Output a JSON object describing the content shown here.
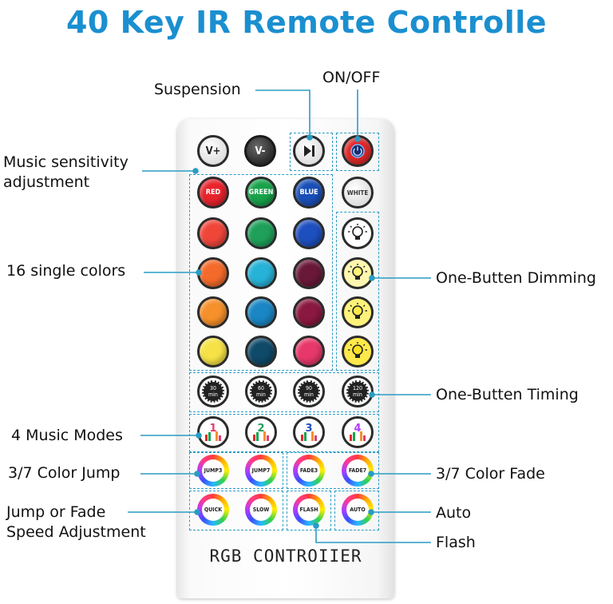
{
  "title": "40 Key IR Remote Controlle",
  "labels": {
    "suspension": "Suspension",
    "on_off": "ON/OFF",
    "music_sensitivity": "Music sensitivity\nadjustment",
    "single_colors": "16 single colors",
    "dimming": "One-Butten Dimming",
    "timing": "One-Butten Timing",
    "music_modes": "4 Music Modes",
    "color_jump": "3/7 Color Jump",
    "color_fade": "3/7 Color Fade",
    "speed_adjust": "Jump or Fade\nSpeed Adjustment",
    "auto": "Auto",
    "flash": "Flash"
  },
  "remote": {
    "brand": "RGB CONTROIIER",
    "row1": {
      "vplus": "V+",
      "vminus": "V-",
      "play_icon": "play-pause-icon",
      "power_icon": "power-icon"
    },
    "color_labels": {
      "red": "RED",
      "green": "GREEN",
      "blue": "BLUE",
      "white": "WHITE"
    },
    "timers": [
      {
        "value": "30",
        "unit": "min"
      },
      {
        "value": "60",
        "unit": "min"
      },
      {
        "value": "90",
        "unit": "min"
      },
      {
        "value": "120",
        "unit": "min"
      }
    ],
    "music_numbers": [
      "1",
      "2",
      "3",
      "4"
    ],
    "jump": {
      "jump3": "JUMP3",
      "jump7": "JUMP7"
    },
    "fade": {
      "fade3": "FADE3",
      "fade7": "FADE7"
    },
    "speed": {
      "quick": "QUICK",
      "slow": "SLOW"
    },
    "flash": "FLASH",
    "auto": "AUTO"
  },
  "colors": {
    "accent": "#1a8fd0",
    "line": "#2a9cc4",
    "red": "#e8242c",
    "green": "#18a24a",
    "blue": "#1a4fb8",
    "c_r2": [
      "#f0463a",
      "#1fa05a",
      "#1e4fbf"
    ],
    "c_r3": [
      "#f46a2a",
      "#27b2d8",
      "#6a1838"
    ],
    "c_r4": [
      "#f5902a",
      "#1a86c4",
      "#8a1840"
    ],
    "c_r5": [
      "#f6e246",
      "#0f4a6a",
      "#e8386a"
    ],
    "power": "#e02828"
  }
}
